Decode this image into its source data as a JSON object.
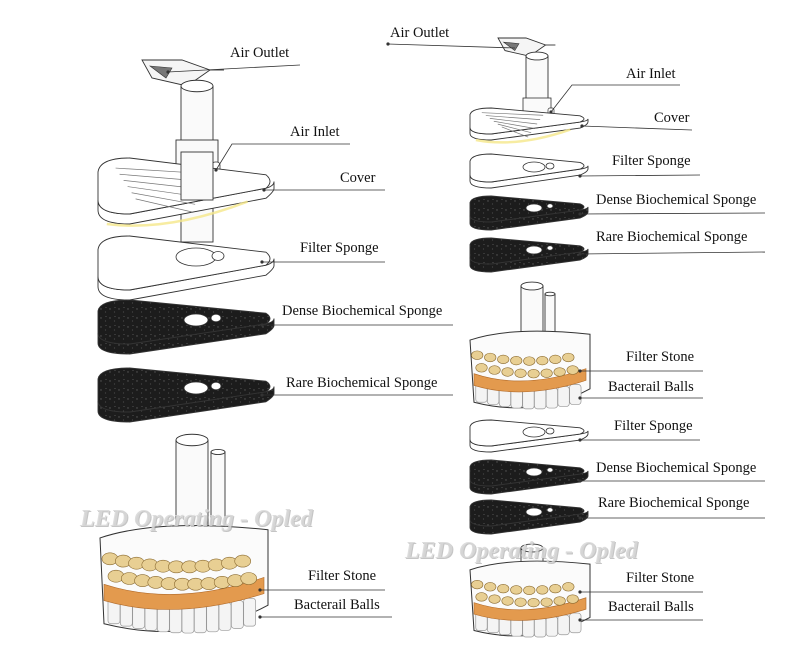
{
  "colors": {
    "sponge_dark": "#1c1c1c",
    "filter_stone": "#e8cf93",
    "orange_layer": "#e39a4e",
    "bacterial_balls": "#f4f4f4",
    "outline": "#333333",
    "watermark": "#d7d7d7"
  },
  "left_diagram": {
    "air_outlet": "Air Outlet",
    "air_inlet": "Air Inlet",
    "cover": "Cover",
    "filter_sponge": "Filter Sponge",
    "dense_sponge": "Dense Biochemical Sponge",
    "rare_sponge": "Rare Biochemical Sponge",
    "filter_stone": "Filter Stone",
    "bacterial_balls": "Bacterail Balls"
  },
  "right_diagram": {
    "air_outlet": "Air Outlet",
    "air_inlet": "Air Inlet",
    "cover": "Cover",
    "filter_sponge_1": "Filter Sponge",
    "dense_sponge_1": "Dense Biochemical Sponge",
    "rare_sponge_1": "Rare Biochemical Sponge",
    "filter_stone_1": "Filter Stone",
    "bacterial_balls_1": "Bacterail Balls",
    "filter_sponge_2": "Filter Sponge",
    "dense_sponge_2": "Dense Biochemical Sponge",
    "rare_sponge_2": "Rare Biochemical Sponge",
    "filter_stone_2": "Filter Stone",
    "bacterial_balls_2": "Bacterail Balls"
  },
  "watermark": "LED Operating - Opled"
}
